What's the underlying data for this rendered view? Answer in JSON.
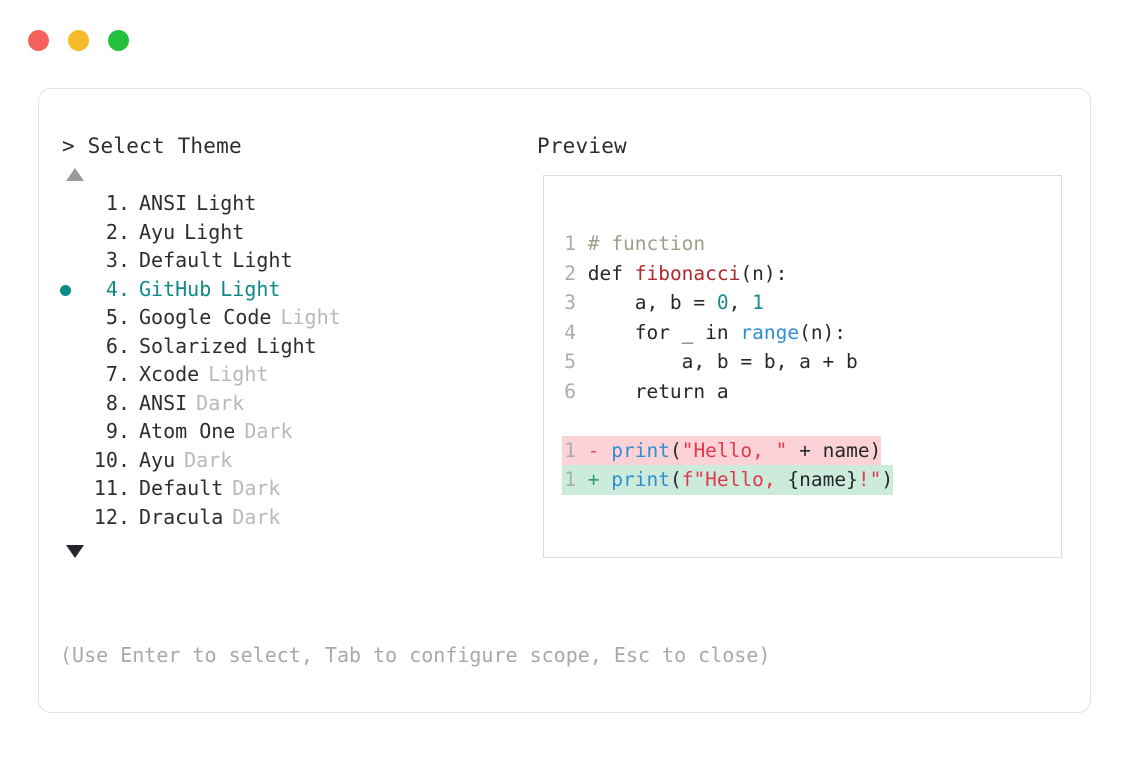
{
  "window": {
    "traffic_lights": [
      {
        "name": "close",
        "color": "#f4615c"
      },
      {
        "name": "minimize",
        "color": "#f6bb2b"
      },
      {
        "name": "maximize",
        "color": "#22c03c"
      }
    ]
  },
  "header": {
    "prompt": "> Select Theme",
    "preview_label": "Preview"
  },
  "scroll": {
    "up_icon": "triangle-up",
    "down_icon": "triangle-down",
    "up_color": "#9a9a9a",
    "down_color": "#23272b"
  },
  "selection": {
    "selected_index": 4,
    "bullet_icon": "filled-circle",
    "accent_color": "#0f8a87"
  },
  "themes": [
    {
      "index": "1.",
      "name": "ANSI",
      "mode": "Light",
      "mode_inline": true,
      "selected": false
    },
    {
      "index": "2.",
      "name": "Ayu",
      "mode": "Light",
      "mode_inline": true,
      "selected": false
    },
    {
      "index": "3.",
      "name": "Default",
      "mode": "Light",
      "mode_inline": true,
      "selected": false
    },
    {
      "index": "4.",
      "name": "GitHub",
      "mode": "Light",
      "mode_inline": true,
      "selected": true
    },
    {
      "index": "5.",
      "name": "Google Code",
      "mode": "Light",
      "mode_inline": false,
      "selected": false
    },
    {
      "index": "6.",
      "name": "Solarized",
      "mode": "Light",
      "mode_inline": true,
      "selected": false
    },
    {
      "index": "7.",
      "name": "Xcode",
      "mode": "Light",
      "mode_inline": false,
      "selected": false
    },
    {
      "index": "8.",
      "name": "ANSI",
      "mode": "Dark",
      "mode_inline": false,
      "selected": false
    },
    {
      "index": "9.",
      "name": "Atom One",
      "mode": "Dark",
      "mode_inline": false,
      "selected": false
    },
    {
      "index": "10.",
      "name": "Ayu",
      "mode": "Dark",
      "mode_inline": false,
      "selected": false
    },
    {
      "index": "11.",
      "name": "Default",
      "mode": "Dark",
      "mode_inline": false,
      "selected": false
    },
    {
      "index": "12.",
      "name": "Dracula",
      "mode": "Dark",
      "mode_inline": false,
      "selected": false
    }
  ],
  "preview": {
    "code_lines": [
      {
        "ln": "1",
        "tokens": [
          {
            "t": "# function",
            "c": "comment"
          }
        ]
      },
      {
        "ln": "2",
        "tokens": [
          {
            "t": "def ",
            "c": "kw"
          },
          {
            "t": "fibonacci",
            "c": "fn"
          },
          {
            "t": "(n):",
            "c": "txt"
          }
        ]
      },
      {
        "ln": "3",
        "tokens": [
          {
            "t": "    a, b = ",
            "c": "txt"
          },
          {
            "t": "0",
            "c": "num"
          },
          {
            "t": ", ",
            "c": "txt"
          },
          {
            "t": "1",
            "c": "num"
          }
        ]
      },
      {
        "ln": "4",
        "tokens": [
          {
            "t": "    for _ in ",
            "c": "txt"
          },
          {
            "t": "range",
            "c": "builtin"
          },
          {
            "t": "(n):",
            "c": "txt"
          }
        ]
      },
      {
        "ln": "5",
        "tokens": [
          {
            "t": "        a, b = b, a + b",
            "c": "txt"
          }
        ]
      },
      {
        "ln": "6",
        "tokens": [
          {
            "t": "    return a",
            "c": "txt"
          }
        ]
      }
    ],
    "diff_lines": [
      {
        "ln": "1",
        "marker": "-",
        "kind": "del",
        "bg": "#fcd2d6",
        "tokens": [
          {
            "t": "print",
            "c": "builtin"
          },
          {
            "t": "(",
            "c": "txt"
          },
          {
            "t": "\"Hello, \"",
            "c": "str"
          },
          {
            "t": " + name)",
            "c": "txt"
          }
        ]
      },
      {
        "ln": "1",
        "marker": "+",
        "kind": "add",
        "bg": "#cdebdb",
        "tokens": [
          {
            "t": "print",
            "c": "builtin"
          },
          {
            "t": "(",
            "c": "txt"
          },
          {
            "t": "f\"Hello, ",
            "c": "str"
          },
          {
            "t": "{name}",
            "c": "txt"
          },
          {
            "t": "!\"",
            "c": "str"
          },
          {
            "t": ")",
            "c": "txt"
          }
        ]
      }
    ]
  },
  "footer": {
    "hint": "(Use Enter to select, Tab to configure scope, Esc to close)"
  }
}
